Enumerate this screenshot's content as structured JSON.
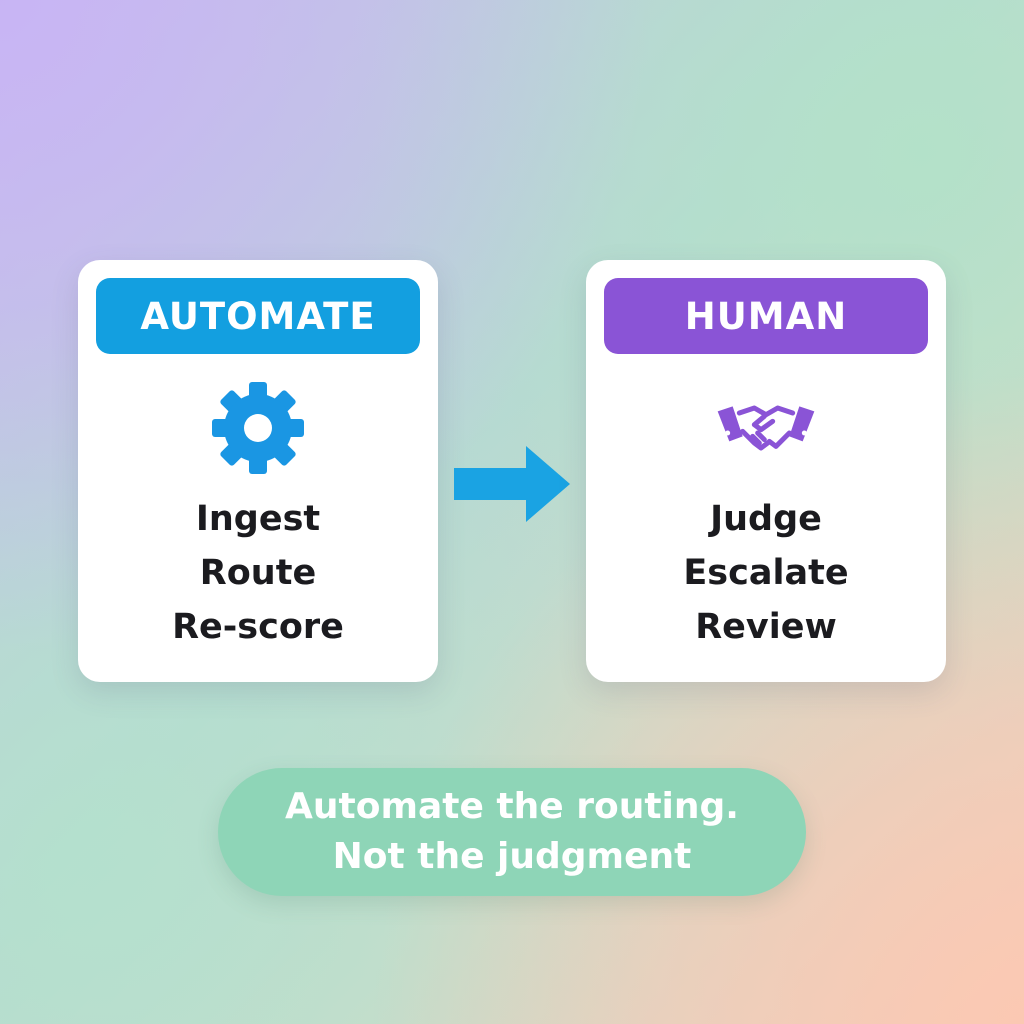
{
  "colors": {
    "automate_accent": "#139fe0",
    "human_accent": "#8a54d6",
    "arrow": "#1aa3e3",
    "pill": "#8ed5b7"
  },
  "automate_card": {
    "header": "AUTOMATE",
    "icon": "gear-icon",
    "items": [
      "Ingest",
      "Route",
      "Re-score"
    ]
  },
  "human_card": {
    "header": "HUMAN",
    "icon": "handshake-icon",
    "items": [
      "Judge",
      "Escalate",
      "Review"
    ]
  },
  "connector": {
    "icon": "arrow-right-icon"
  },
  "tagline": {
    "line1": "Automate the routing.",
    "line2": "Not the judgment"
  }
}
